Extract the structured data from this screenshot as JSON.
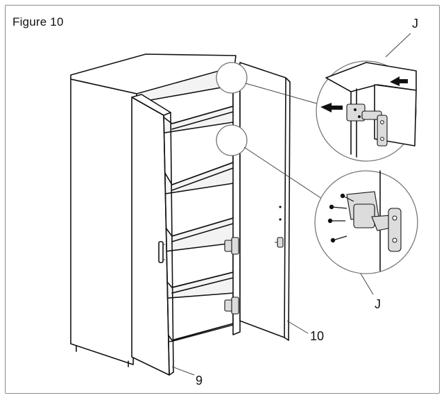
{
  "figure": {
    "title": "Figure 10"
  },
  "callouts": {
    "detail_top": "J",
    "detail_bottom": "J",
    "right_door": "10",
    "left_door": "9"
  }
}
